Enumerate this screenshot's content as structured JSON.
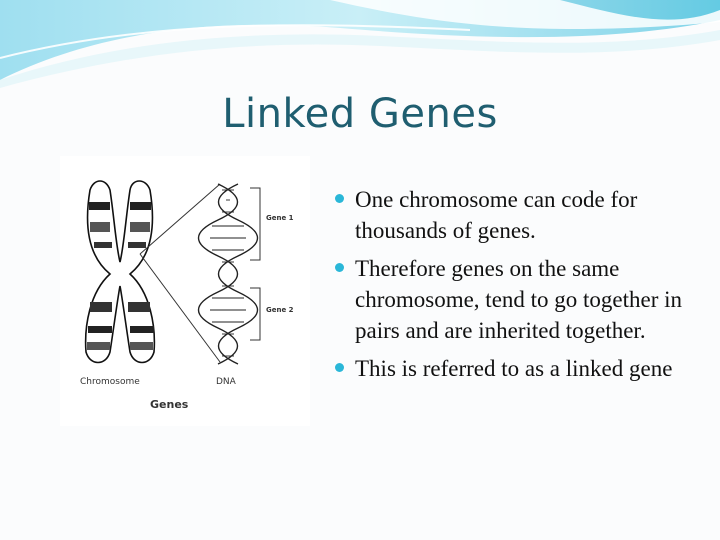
{
  "slide": {
    "title": "Linked Genes",
    "bullets": [
      "One chromosome can code for thousands of genes.",
      "Therefore genes on the same chromosome, tend to go together in pairs and are inherited together.",
      "This is referred to as a linked gene"
    ]
  },
  "figure": {
    "label_gene1": "Gene 1",
    "label_gene2": "Gene 2",
    "label_chromosome": "Chromosome",
    "label_dna": "DNA",
    "caption": "Genes"
  },
  "colors": {
    "title": "#1f5e70",
    "bullet": "#2ab7d8",
    "banner_light": "#bfe9f3",
    "banner_mid": "#7fd3e8"
  },
  "icons": {
    "bullet": "round-bullet-icon",
    "banner": "wave-banner"
  }
}
